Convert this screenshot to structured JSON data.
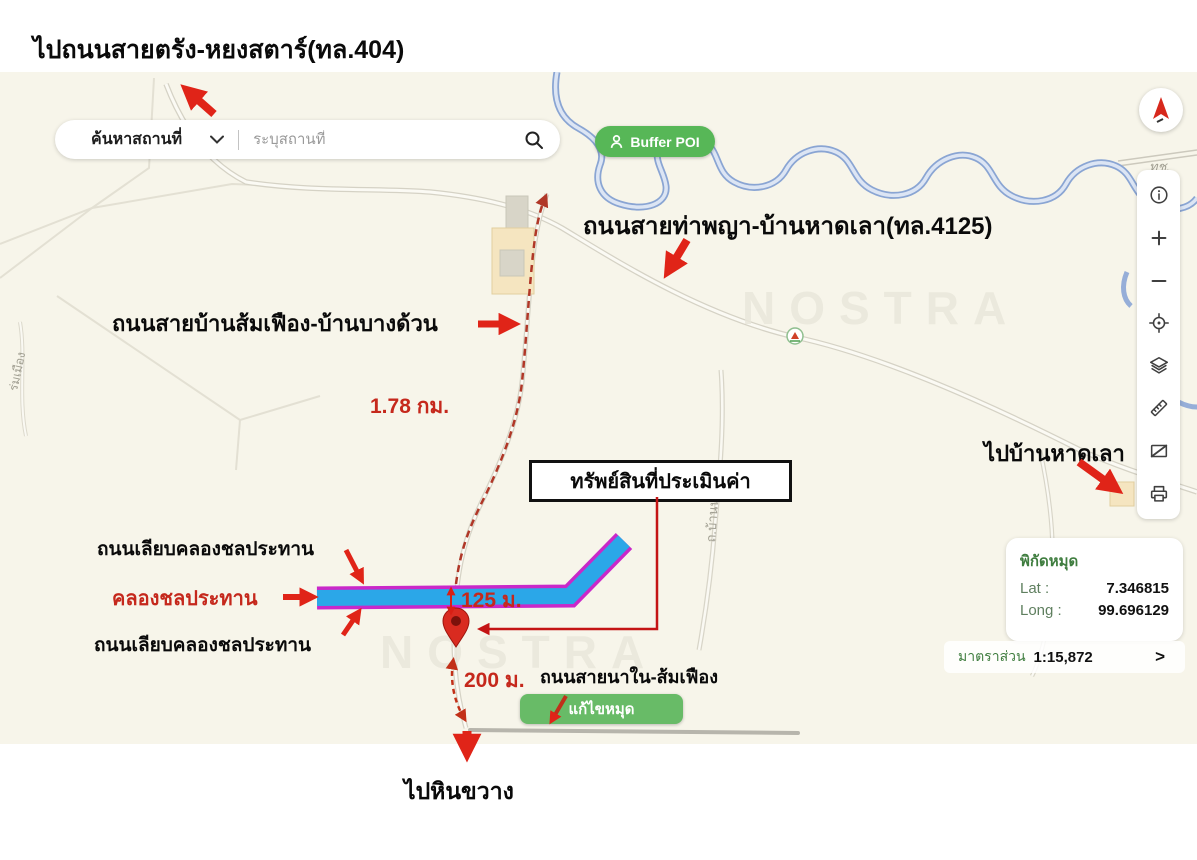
{
  "title": "ไปถนนสายตรัง-หยงสตาร์(ทล.404)",
  "search": {
    "category_label": "ค้นหาสถานที่",
    "placeholder": "ระบุสถานที่"
  },
  "buffer_poi_label": "Buffer POI",
  "edit_pin_label": "แก้ไขหมุด",
  "annotations": {
    "road_4125": "ถนนสายท่าพญา-บ้านหาดเลา(ทล.4125)",
    "road_somfueang": "ถนนสายบ้านส้มเฟือง-บ้านบางด้วน",
    "distance_route": "1.78 กม.",
    "property_box": "ทรัพย์สินที่ประเมินค่า",
    "canal_road_top": "ถนนเลียบคลองชลประทาน",
    "canal_name": "คลองชลประทาน",
    "canal_road_bottom": "ถนนเลียบคลองชลประทาน",
    "distance_canal": "125 ม.",
    "distance_bottom": "200 ม.",
    "road_nanai": "ถนนสายนาใน-ส้มเฟือง",
    "to_hin_khwang": "ไปหินขวาง",
    "to_ban_hat_lao": "ไปบ้านหาดเลา"
  },
  "coords_panel": {
    "title": "พิกัดหมุด",
    "lat_label": "Lat :",
    "lat_value": "7.346815",
    "long_label": "Long :",
    "long_value": "99.696129"
  },
  "scale_bar": {
    "label": "มาตราส่วน",
    "value": "1:15,872"
  },
  "map_labels": {
    "watermark": "NOSTRA",
    "road_code": "ทช.",
    "vertical_road": "ถ.บ้านนาป่า",
    "left_road": "ร่มเมือง"
  },
  "toolbar": {
    "icons": [
      "compass",
      "info",
      "zoom-in",
      "zoom-out",
      "locate",
      "layers",
      "measure",
      "edit-note",
      "print"
    ]
  },
  "colors": {
    "arrow_red": "#e02418",
    "text_red": "#c5281c",
    "canal_blue": "#2ba7e8",
    "canal_border": "#c928c9",
    "buffer_green": "#57b757",
    "edit_green": "#68bb67",
    "map_bg": "#f7f5ea"
  }
}
